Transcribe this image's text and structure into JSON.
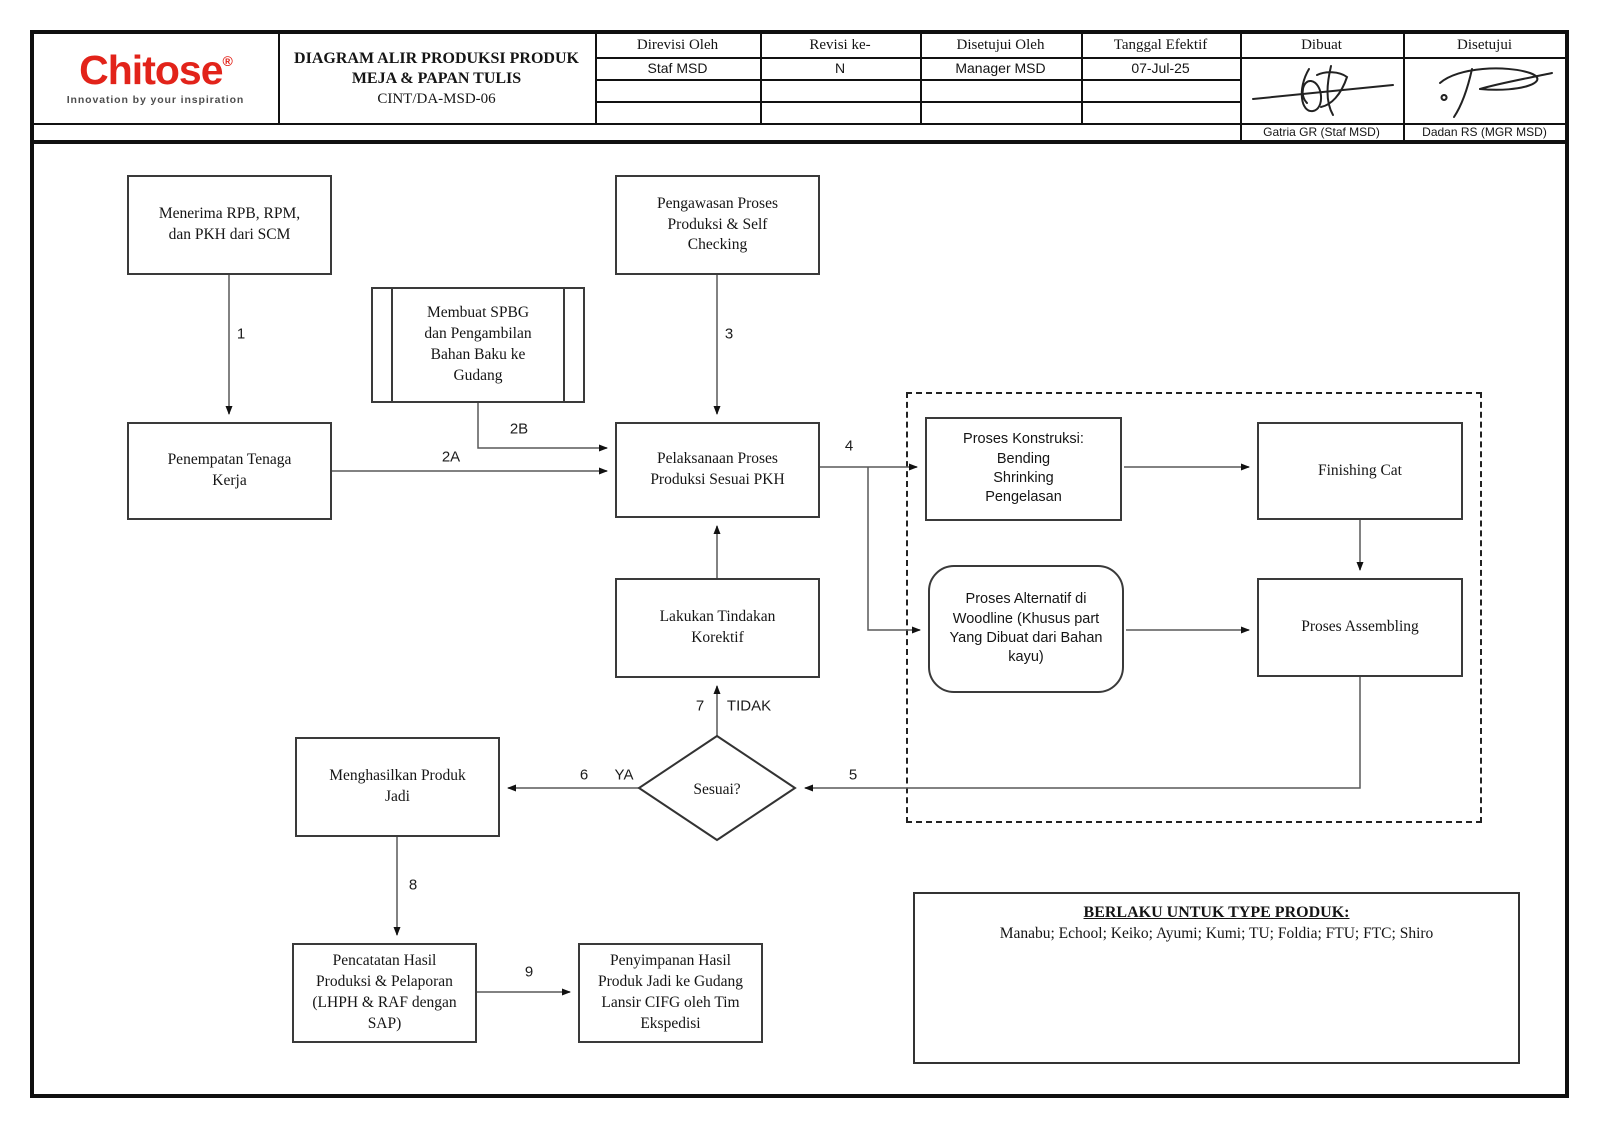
{
  "brand": {
    "name": "Chitose",
    "registered": "®",
    "tagline": "Innovation by your inspiration",
    "color": "#e2231a"
  },
  "doc": {
    "title_line1": "DIAGRAM ALIR PRODUKSI PRODUK",
    "title_line2": "MEJA & PAPAN TULIS",
    "code": "CINT/DA-MSD-06"
  },
  "revision_table": {
    "headers": [
      "Direvisi Oleh",
      "Revisi ke-",
      "Disetujui Oleh",
      "Tanggal Efektif"
    ],
    "rows": [
      [
        "Staf MSD",
        "N",
        "Manager MSD",
        "07-Jul-25"
      ],
      [
        "",
        "",
        "",
        ""
      ],
      [
        "",
        "",
        "",
        ""
      ]
    ]
  },
  "approval": {
    "made_label": "Dibuat",
    "made_name": "Gatria GR (Staf MSD)",
    "approved_label": "Disetujui",
    "approved_name": "Dadan RS (MGR MSD)"
  },
  "flow": {
    "menerima": "Menerima RPB, RPM,\ndan PKH dari SCM",
    "membuat": "Membuat SPBG\ndan Pengambilan\nBahan Baku ke\nGudang",
    "pengawasan": "Pengawasan Proses\nProduksi & Self\nChecking",
    "penempatan": "Penempatan Tenaga\nKerja",
    "pelaksanaan": "Pelaksanaan Proses\nProduksi Sesuai PKH",
    "konstruksi": "Proses Konstruksi:\nBending\nShrinking\nPengelasan",
    "finishing": "Finishing Cat",
    "alternatif": "Proses Alternatif di\nWoodline (Khusus part\nYang Dibuat dari Bahan\nkayu)",
    "assembling": "Proses Assembling",
    "korektif": "Lakukan Tindakan\nKorektif",
    "decision": "Sesuai?",
    "menghasilkan": "Menghasilkan Produk\nJadi",
    "pencatatan": "Pencatatan Hasil\nProduksi & Pelaporan\n(LHPH & RAF dengan\nSAP)",
    "penyimpanan": "Penyimpanan Hasil\nProduk Jadi ke Gudang\nLansir CIFG oleh Tim\nEkspedisi"
  },
  "labels": {
    "s1": "1",
    "s2a": "2A",
    "s2b": "2B",
    "s3": "3",
    "s4": "4",
    "s5": "5",
    "s6": "6",
    "s7": "7",
    "s8": "8",
    "s9": "9",
    "ya": "YA",
    "tidak": "TIDAK"
  },
  "note": {
    "title": "BERLAKU UNTUK TYPE PRODUK:",
    "items": "Manabu; Echool; Keiko; Ayumi; Kumi; TU; Foldia; FTU; FTC; Shiro"
  }
}
